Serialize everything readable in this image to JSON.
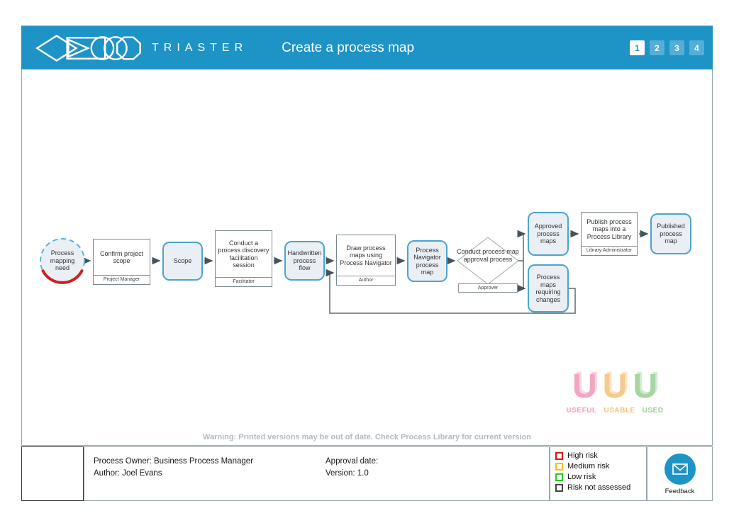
{
  "header": {
    "brand": "TRIASTER",
    "title": "Create a process map",
    "bar_color": "#1e93c6",
    "pages": [
      "1",
      "2",
      "3",
      "4"
    ],
    "active_page": "1"
  },
  "diagram": {
    "start": {
      "label": "Process mapping need"
    },
    "confirm": {
      "label": "Confirm project scope",
      "role": "Project Manager"
    },
    "scope": {
      "label": "Scope"
    },
    "conduct": {
      "label": "Conduct a process discovery facilitation session",
      "role": "Facilitator"
    },
    "handwritten": {
      "label": "Handwritten process flow"
    },
    "draw": {
      "label": "Draw process maps using Process Navigator",
      "role": "Author"
    },
    "procnav": {
      "label": "Process Navigator process map"
    },
    "decision": {
      "label": "Conduct process map approval process",
      "role": "Approver"
    },
    "approved": {
      "label": "Approved process maps"
    },
    "requiring": {
      "label": "Process maps requiring changes"
    },
    "publish": {
      "label": "Publish process maps into a Process Library",
      "role": "Library Administrator"
    },
    "published": {
      "label": "Published process map"
    },
    "colors": {
      "deliverable_border": "#4aa5d0",
      "deliverable_fill": "#e9eff4",
      "activity_border": "#7d898e",
      "arrow": "#44545c",
      "start_dash_border": "#5ab2dc",
      "start_red_arc": "#cc1f1f"
    }
  },
  "uuu_logo": {
    "items": [
      {
        "letter": "U",
        "label": "USEFUL",
        "color": "#f2a0ba"
      },
      {
        "letter": "U",
        "label": "USABLE",
        "color": "#f4c178"
      },
      {
        "letter": "U",
        "label": "USED",
        "color": "#99d093"
      }
    ]
  },
  "warning": "Warning: Printed versions may be out of date. Check Process Library for current version",
  "footer": {
    "process_owner": "Process Owner: Business Process Manager",
    "author": "Author: Joel Evans",
    "approval_date": "Approval date:",
    "version": "Version: 1.0",
    "risk_legend": [
      {
        "label": "High risk",
        "color": "#dd1111"
      },
      {
        "label": "Medium risk",
        "color": "#f5c400"
      },
      {
        "label": "Low risk",
        "color": "#22cc22"
      },
      {
        "label": "Risk not assessed",
        "color": "#444444"
      }
    ],
    "feedback_label": "Feedback"
  }
}
